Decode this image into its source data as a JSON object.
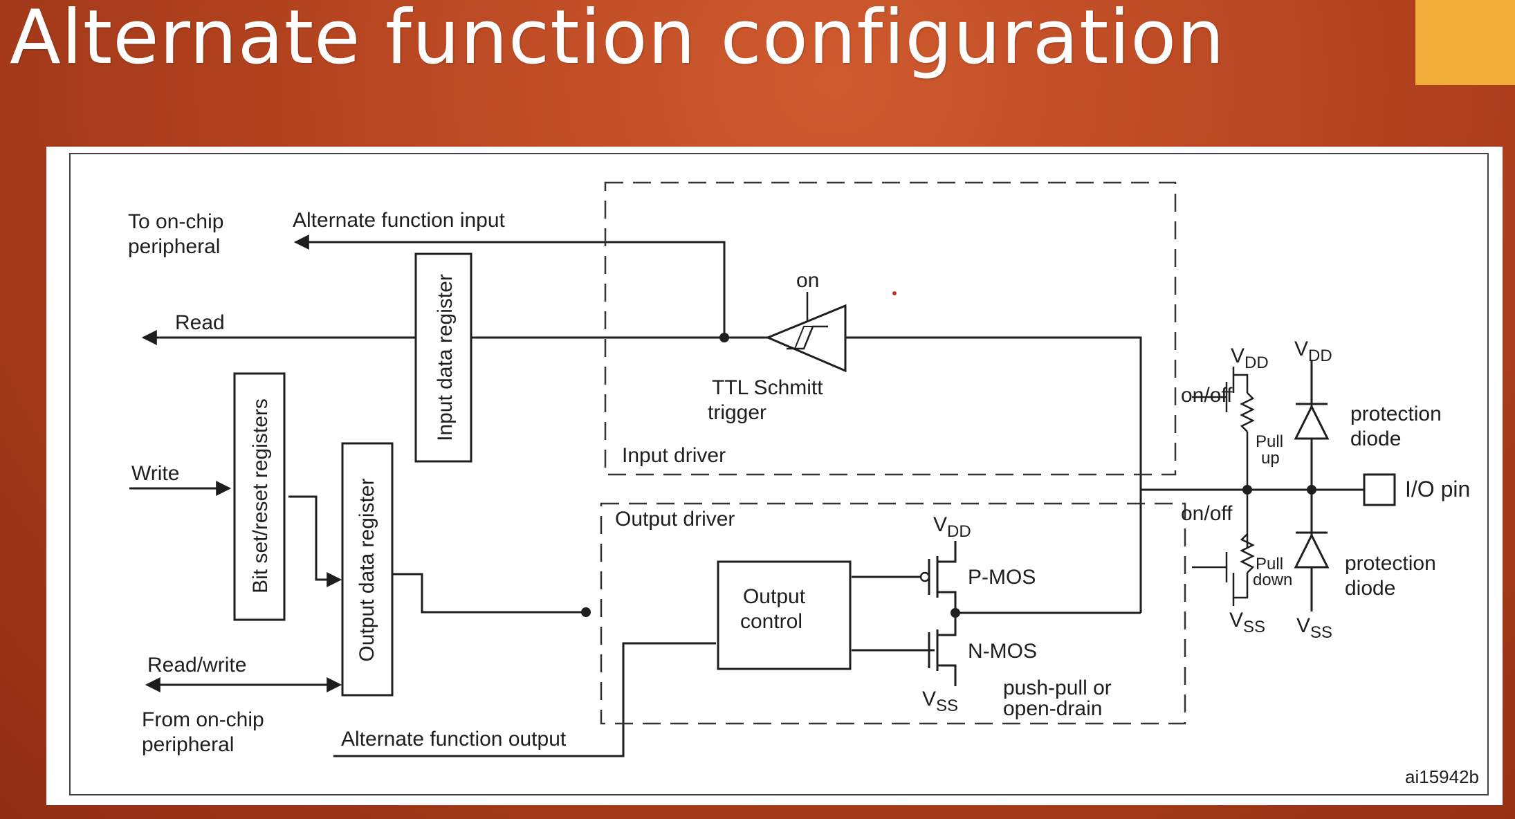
{
  "slide": {
    "title": "Alternate function configuration",
    "accent_color": "#f0ad3a",
    "background_color": "#b4431f"
  },
  "diagram": {
    "labels": {
      "to_onchip_1": "To on-chip",
      "to_onchip_2": "peripheral",
      "alt_func_input": "Alternate function input",
      "read": "Read",
      "write": "Write",
      "read_write": "Read/write",
      "from_onchip_1": "From on-chip",
      "from_onchip_2": "peripheral",
      "alt_func_output": "Alternate function output",
      "input_data_register": "Input data register",
      "bit_set_reset": "Bit set/reset registers",
      "output_data_register": "Output data register",
      "on": "on",
      "ttl_1": "TTL Schmitt",
      "ttl_2": "trigger",
      "input_driver": "Input driver",
      "output_driver": "Output driver",
      "output_control_1": "Output",
      "output_control_2": "control",
      "vdd_sub": "DD",
      "vss_sub": "SS",
      "v": "V",
      "pmos": "P-MOS",
      "nmos": "N-MOS",
      "push_pull_1": "push-pull or",
      "push_pull_2": "open-drain",
      "on_off": "on/off",
      "pull": "Pull",
      "up": "up",
      "down": "down",
      "protection": "protection",
      "diode": "diode",
      "io_pin": "I/O pin",
      "ref_code": "ai15942b"
    }
  }
}
